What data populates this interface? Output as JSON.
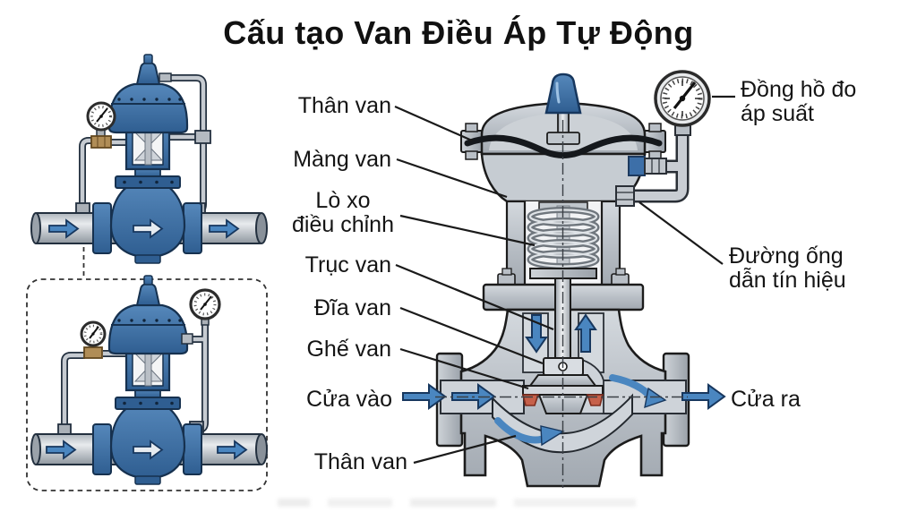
{
  "title": "Cấu tạo Van Điều Áp Tự Động",
  "labels": {
    "than_van_top": "Thân van",
    "mang_van": "Màng van",
    "lo_xo_line1": "Lò xo",
    "lo_xo_line2": "điều chỉnh",
    "truc_van": "Trục van",
    "dia_van": "Đĩa van",
    "ghe_van": "Ghế van",
    "cua_vao": "Cửa vào",
    "than_van_bottom": "Thân van",
    "dong_ho_line1": "Đồng hồ đo",
    "dong_ho_line2": "áp suất",
    "duong_ong_line1": "Đường ống",
    "duong_ong_line2": "dẫn tín hiệu",
    "cua_ra": "Cửa ra"
  },
  "colors": {
    "valve_blue": "#3d6fa8",
    "valve_blue_dark": "#2f5e91",
    "metal_gray": "#b9bfc6",
    "flow_arrow_blue": "#4a86c0",
    "seat_red": "#c6604a",
    "outline_black": "#1a1a1a",
    "background": "#ffffff"
  }
}
